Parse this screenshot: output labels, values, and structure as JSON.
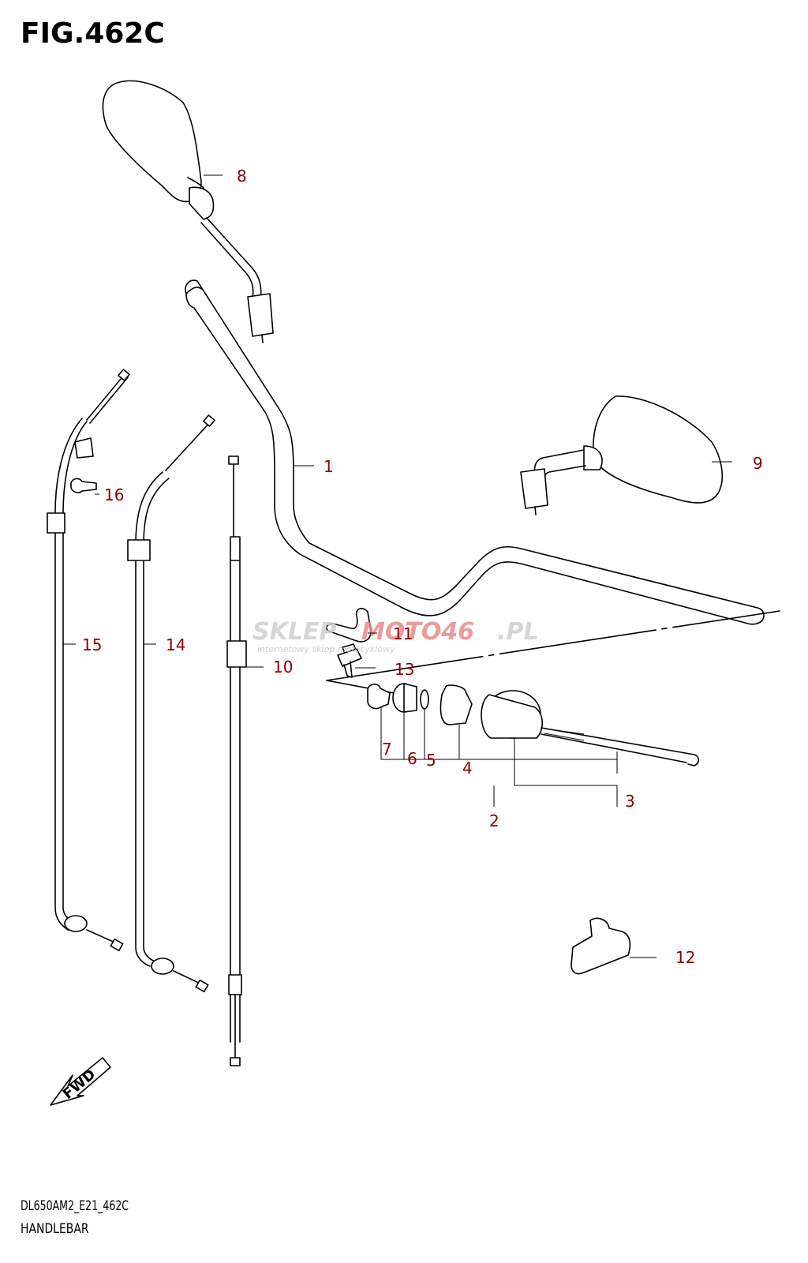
{
  "figure": {
    "title": "FIG.462C"
  },
  "footer": {
    "code": "DL650AM2_E21_462C",
    "name": "HANDLEBAR"
  },
  "fwd_label": "FWD",
  "watermark": {
    "brand_left": "SKLEP",
    "brand_right": "MOTO46",
    "domain": ".PL",
    "tagline": "internetowy sklep motocyklowy"
  },
  "callouts": [
    "1",
    "2",
    "3",
    "4",
    "5",
    "6",
    "7",
    "8",
    "9",
    "10",
    "11",
    "12",
    "13",
    "14",
    "15",
    "16"
  ],
  "colors": {
    "callout_text": "#8b0000",
    "line": "#000000",
    "watermark": "#c8c8c8",
    "watermark_accent": "#e88a8a"
  }
}
